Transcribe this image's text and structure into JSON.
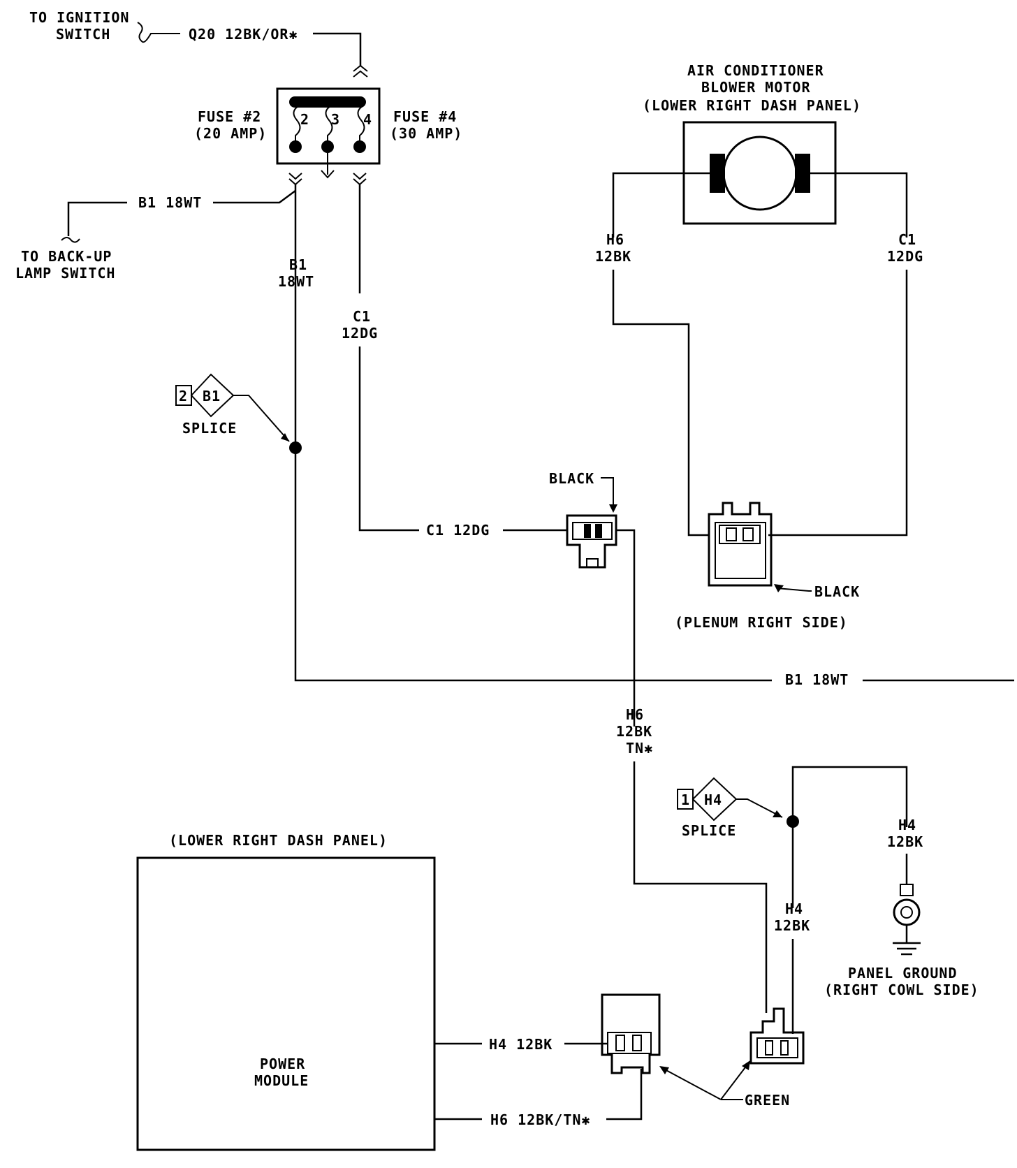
{
  "ignition": {
    "line1": "TO IGNITION",
    "line2": "SWITCH",
    "wire": "Q20 12BK/OR✱"
  },
  "fuse_block": {
    "fuse2": {
      "line1": "FUSE #2",
      "line2": "(20 AMP)"
    },
    "fuse4": {
      "line1": "FUSE #4",
      "line2": "(30 AMP)"
    },
    "cavities": [
      "2",
      "3",
      "4"
    ]
  },
  "backup": {
    "wire": "B1 18WT",
    "line1": "TO BACK-UP",
    "line2": "LAMP SWITCH"
  },
  "b1_vertical": {
    "circuit": "B1",
    "gauge": "18WT"
  },
  "c1_vertical": {
    "circuit": "C1",
    "gauge": "12DG"
  },
  "splice_b1": {
    "num": "2",
    "id": "B1",
    "label": "SPLICE"
  },
  "blower_motor": {
    "line1": "AIR CONDITIONER",
    "line2": "BLOWER MOTOR",
    "line3": "(LOWER RIGHT DASH PANEL)"
  },
  "motor_h6": {
    "circuit": "H6",
    "gauge": "12BK"
  },
  "motor_c1": {
    "circuit": "C1",
    "gauge": "12DG"
  },
  "connector_black1": {
    "label": "BLACK"
  },
  "c1_horizontal": {
    "wire": "C1 12DG"
  },
  "connector_plenum": {
    "label": "BLACK",
    "location": "(PLENUM RIGHT SIDE)"
  },
  "b1_horizontal": {
    "wire": "B1 18WT"
  },
  "h6_vertical": {
    "circuit": "H6",
    "gauge": "12BK",
    "tracer": "TN✱"
  },
  "splice_h4": {
    "num": "1",
    "id": "H4",
    "label": "SPLICE"
  },
  "h4_ground_wire": {
    "circuit": "H4",
    "gauge": "12BK"
  },
  "h4_vertical": {
    "circuit": "H4",
    "gauge": "12BK"
  },
  "panel_ground": {
    "line1": "PANEL GROUND",
    "line2": "(RIGHT COWL SIDE)"
  },
  "power_module": {
    "location": "(LOWER RIGHT DASH PANEL)",
    "line1": "POWER",
    "line2": "MODULE"
  },
  "pm_h4": {
    "wire": "H4 12BK"
  },
  "pm_h6": {
    "wire": "H6 12BK/TN✱"
  },
  "connector_green": {
    "label": "GREEN"
  }
}
